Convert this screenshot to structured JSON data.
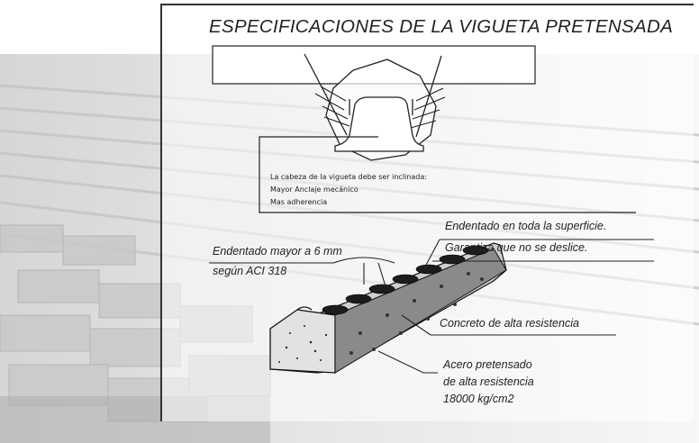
{
  "title": "ESPECIFICACIONES DE LA VIGUETA PRETENSADA",
  "head_note": {
    "line1": "La cabeza de la vigueta debe ser inclinada:",
    "line2": "Mayor Anclaje mecánico",
    "line3": "Mas adherencia"
  },
  "labels": {
    "surface_1": "Endentado en toda la superficie.",
    "surface_2": "Garantiza que no se deslice.",
    "indent_1": "Endentado mayor a 6 mm",
    "indent_2": "según ACI 318",
    "concrete": "Concreto de alta resistencia",
    "steel_1": "Acero pretensado",
    "steel_2": "de alta resistencia",
    "steel_3": "18000 kg/cm2"
  },
  "icons": [
    "beam-cross-section-icon",
    "prestressed-joist-icon"
  ]
}
